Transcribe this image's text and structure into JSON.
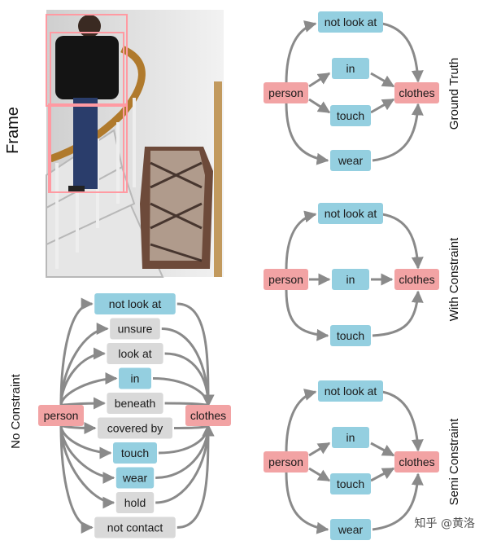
{
  "colors": {
    "person": "#f2a3a4",
    "object": "#f2a3a4",
    "relation_gt": "#94cfe0",
    "relation_other": "#d9d9d9",
    "arrow": "#8a8a8a",
    "bbox": "#ff9aa2"
  },
  "frame_label": "Frame",
  "panels": {
    "ground_truth": {
      "label": "Ground Truth",
      "person": "person",
      "object": "clothes",
      "relations": [
        "not look at",
        "in",
        "touch",
        "wear"
      ]
    },
    "with_constraint": {
      "label": "With Constraint",
      "person": "person",
      "object": "clothes",
      "relations": [
        "not look at",
        "in",
        "touch"
      ]
    },
    "semi_constraint": {
      "label": "Semi Constraint",
      "person": "person",
      "object": "clothes",
      "relations": [
        "not look at",
        "in",
        "touch",
        "wear"
      ]
    },
    "no_constraint": {
      "label": "No Constraint",
      "person": "person",
      "object": "clothes",
      "relations": [
        {
          "text": "not look at",
          "kind": "gt"
        },
        {
          "text": "unsure",
          "kind": "other"
        },
        {
          "text": "look at",
          "kind": "other"
        },
        {
          "text": "in",
          "kind": "gt"
        },
        {
          "text": "beneath",
          "kind": "other"
        },
        {
          "text": "covered by",
          "kind": "other"
        },
        {
          "text": "touch",
          "kind": "gt"
        },
        {
          "text": "wear",
          "kind": "gt"
        },
        {
          "text": "hold",
          "kind": "other"
        },
        {
          "text": "not contact",
          "kind": "other"
        }
      ]
    }
  },
  "watermark": "知乎 @黄洛"
}
